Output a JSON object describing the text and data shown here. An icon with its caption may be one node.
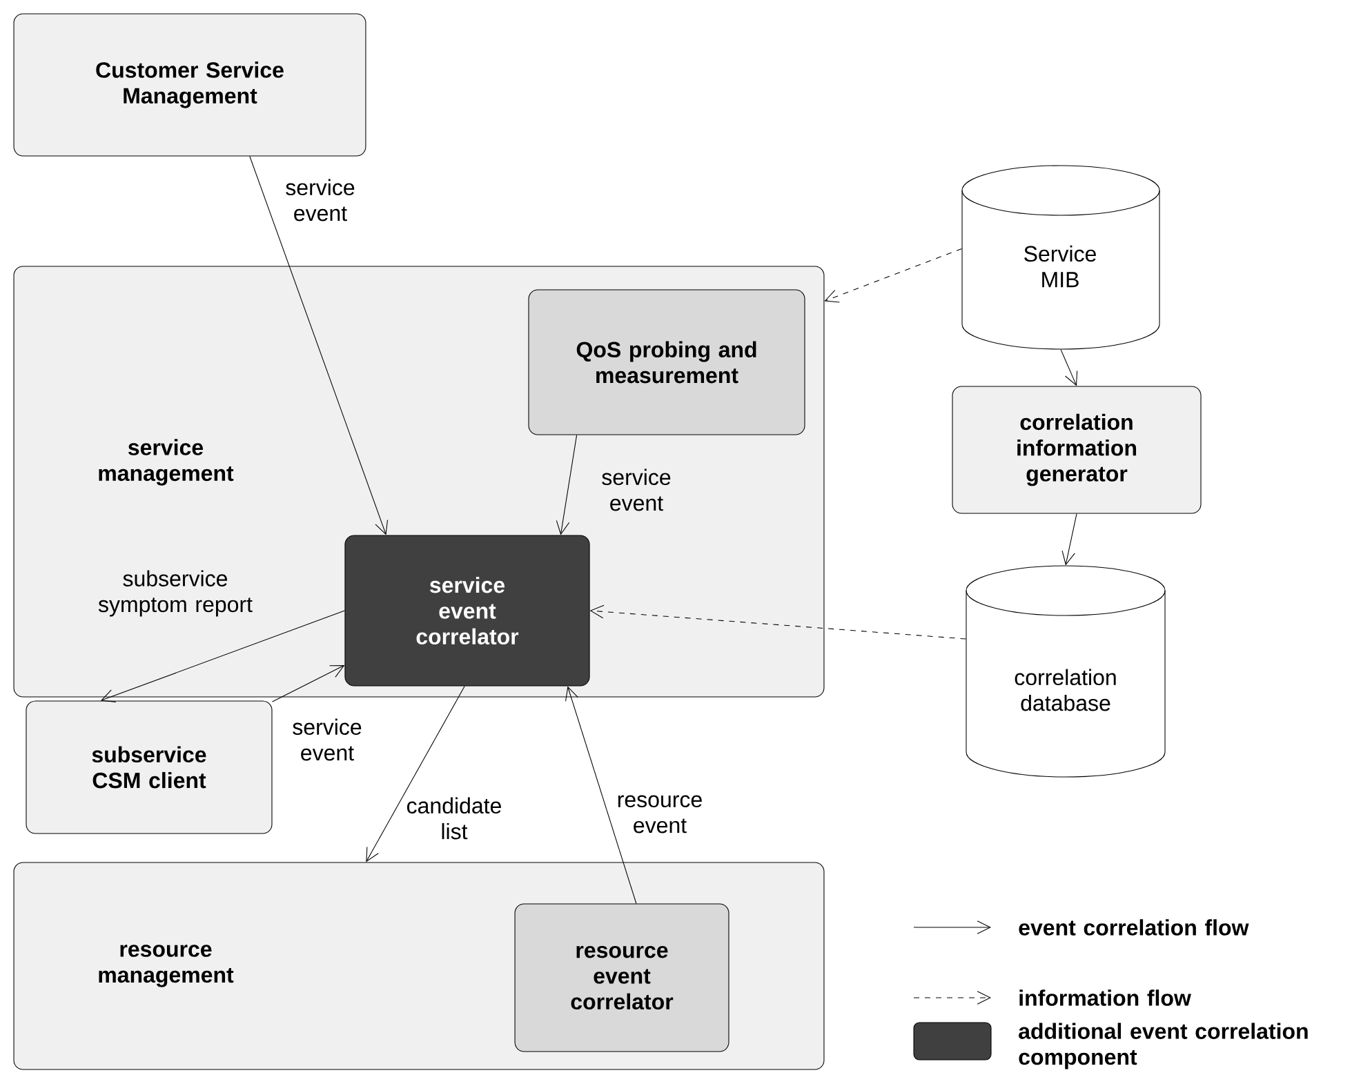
{
  "diagram": {
    "nodes": [
      {
        "text": [
          "Customer Service Management"
        ]
      },
      {
        "text": [
          "service management"
        ]
      },
      {
        "text": [
          "QoS probing and measurement"
        ],
        "in": 1
      },
      {
        "text": [
          "service event correlator"
        ],
        "in": 1
      },
      {
        "text": [
          "subservice CSM client"
        ]
      },
      {
        "text": [
          "resource management"
        ]
      },
      {
        "text": [
          "resource event correlator"
        ],
        "in": 5
      },
      {
        "text": [
          "Service MIB"
        ]
      },
      {
        "text": [
          "correlation information generator"
        ]
      },
      {
        "text": [
          "correlation database"
        ]
      }
    ],
    "edges": [
      {
        "from": 0,
        "to": 3,
        "arrow": "to",
        "label": "service event"
      },
      {
        "from": 2,
        "to": 3,
        "arrow": "to",
        "label": "service event"
      },
      {
        "from": 3,
        "to": 4,
        "arrow": "to",
        "label": "subservice symptom report"
      },
      {
        "from": 4,
        "to": 3,
        "arrow": "to",
        "label": "service event"
      },
      {
        "from": 3,
        "to": 5,
        "arrow": "to",
        "label": "candidate list"
      },
      {
        "from": 6,
        "to": 3,
        "arrow": "to",
        "label": "resource event"
      },
      {
        "from": 7,
        "to": 1,
        "arrow": "to",
        "style": "dashed"
      },
      {
        "from": 7,
        "to": 8,
        "arrow": "to"
      },
      {
        "from": 8,
        "to": 9,
        "arrow": "to"
      },
      {
        "from": 9,
        "to": 3,
        "arrow": "to",
        "style": "dashed"
      }
    ],
    "legend": [
      {
        "text": "event correlation flow"
      },
      {
        "text": "information flow"
      },
      {
        "text": "additional event correlation component",
        "color": "#404040"
      }
    ]
  }
}
